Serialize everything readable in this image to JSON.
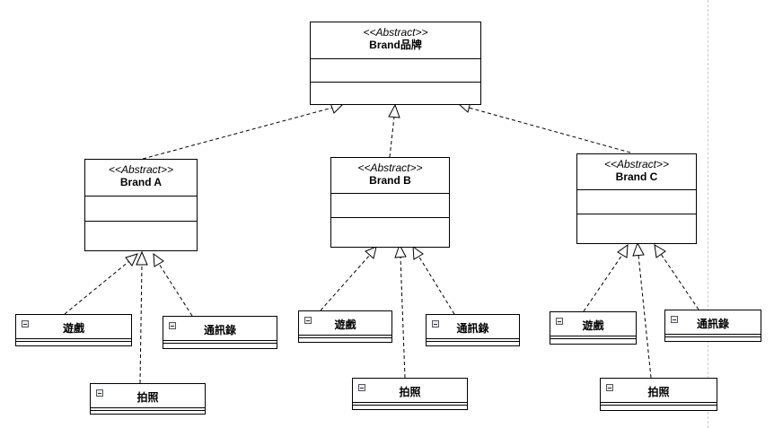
{
  "root": {
    "stereotype": "<<Abstract>>",
    "name": "Brand品牌"
  },
  "brands": [
    {
      "stereotype": "<<Abstract>>",
      "name": "Brand A"
    },
    {
      "stereotype": "<<Abstract>>",
      "name": "Brand B"
    },
    {
      "stereotype": "<<Abstract>>",
      "name": "Brand C"
    }
  ],
  "leaves": {
    "a": {
      "games": "遊戲",
      "photo": "拍照",
      "contacts": "通訊錄"
    },
    "b": {
      "games": "遊戲",
      "photo": "拍照",
      "contacts": "通訊錄"
    },
    "c": {
      "games": "遊戲",
      "photo": "拍照",
      "contacts": "通訊錄"
    }
  },
  "colors": {
    "line": "#000000",
    "page_border": "#c8c8c8"
  }
}
